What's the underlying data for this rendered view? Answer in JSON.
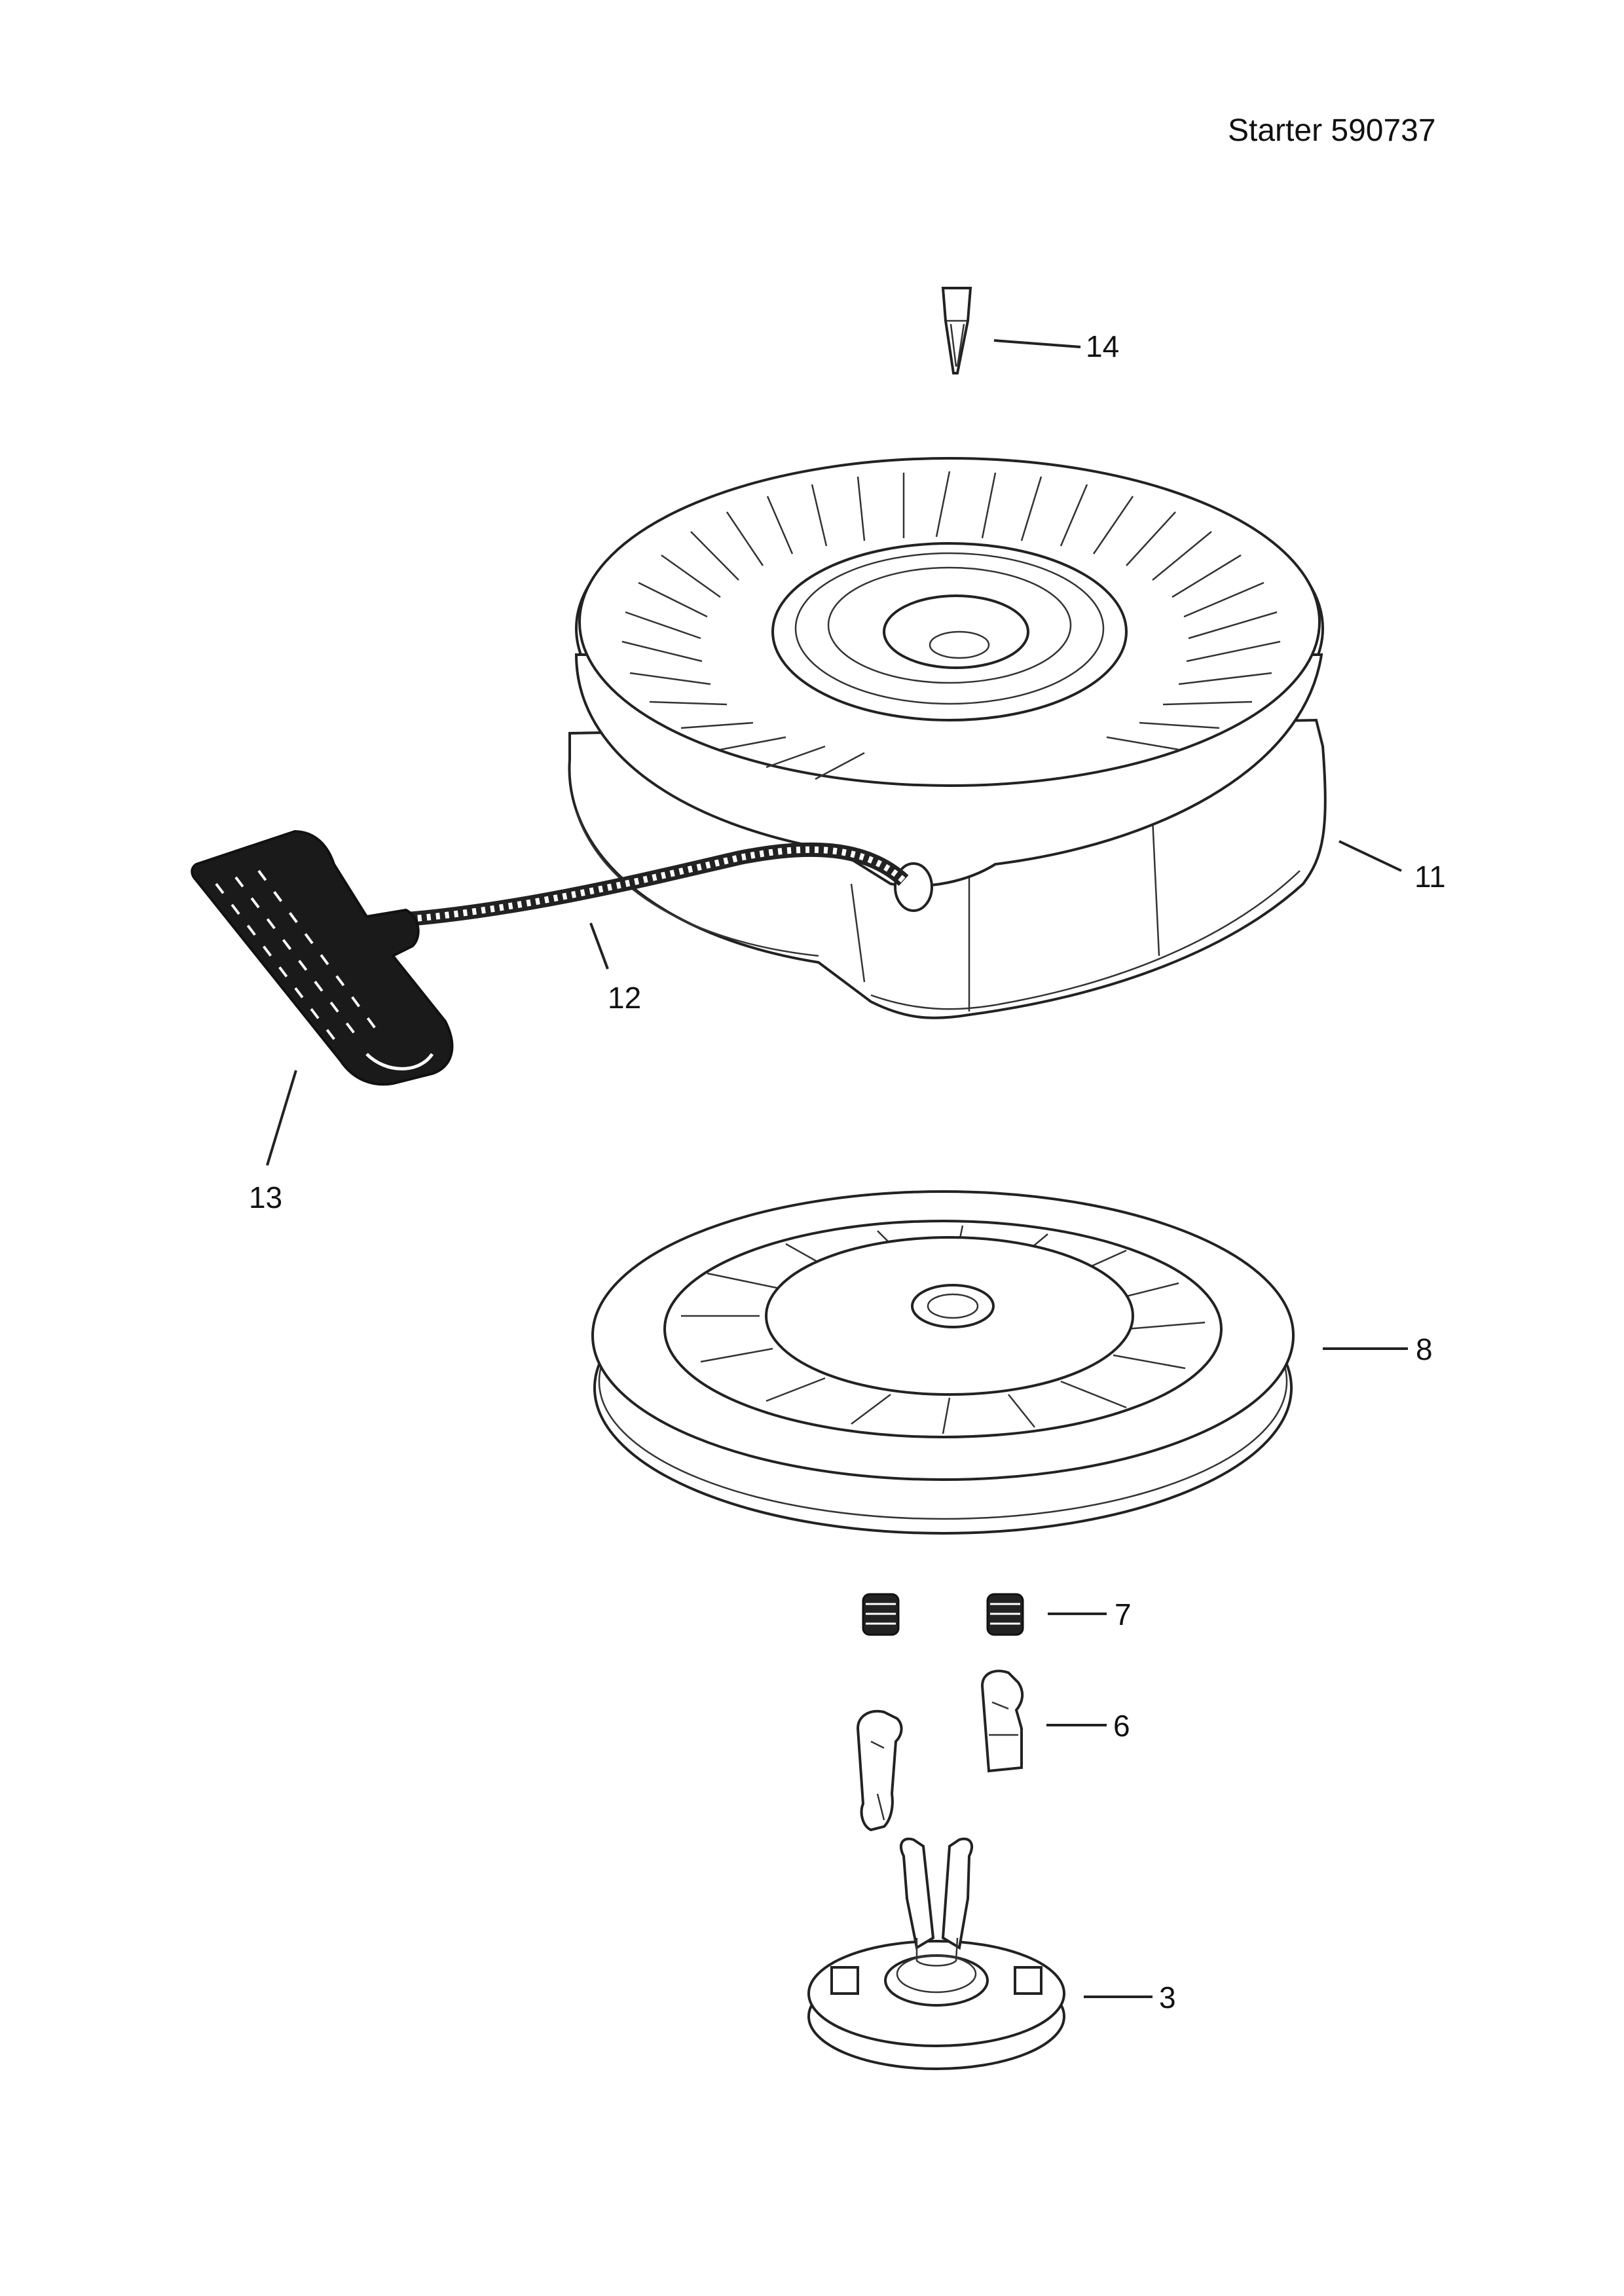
{
  "header": {
    "title": "Starter 590737"
  },
  "callouts": [
    {
      "id": "14",
      "label": "14"
    },
    {
      "id": "11",
      "label": "11"
    },
    {
      "id": "12",
      "label": "12"
    },
    {
      "id": "13",
      "label": "13"
    },
    {
      "id": "8",
      "label": "8"
    },
    {
      "id": "7",
      "label": "7"
    },
    {
      "id": "6",
      "label": "6"
    },
    {
      "id": "3",
      "label": "3"
    }
  ],
  "colors": {
    "ink": "#222222",
    "paper": "#ffffff",
    "handle": "#1a1a1a"
  }
}
